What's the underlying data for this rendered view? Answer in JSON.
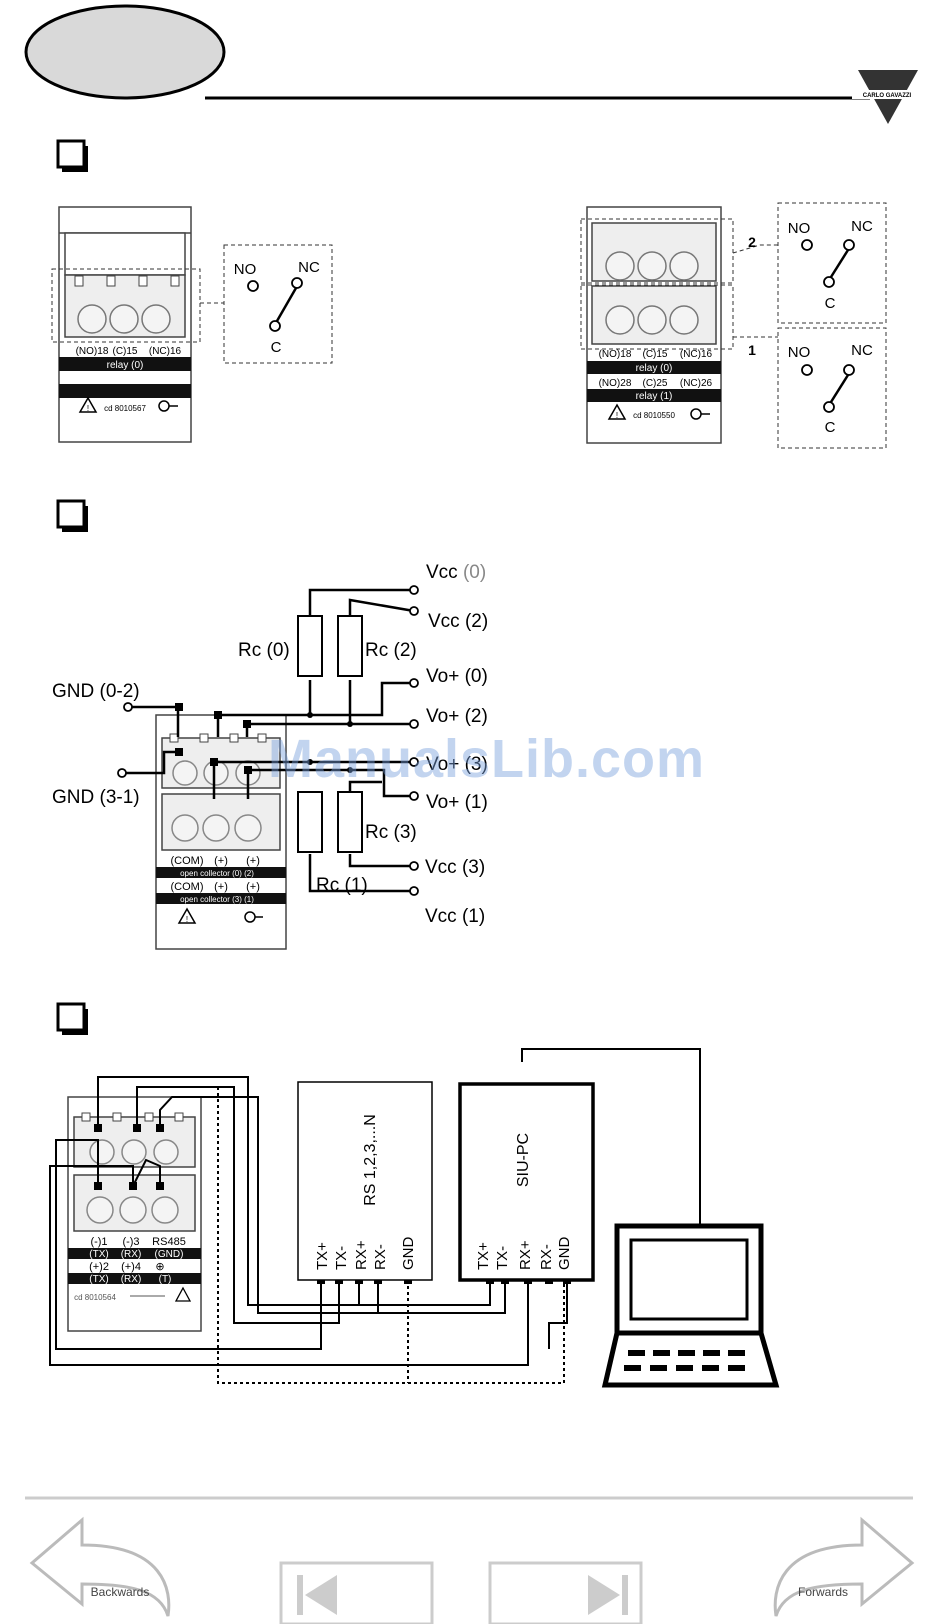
{
  "header": {
    "brand_text": "CARLO GAVAZZI",
    "checkbox_symbol": "❑"
  },
  "relay_section": {
    "single": {
      "terminal_labels": [
        "(NO)18",
        "(C)15",
        "(NC)16"
      ],
      "bar_label": "relay (0)",
      "footer_code": "cd 8010567",
      "switch": {
        "no": "NO",
        "nc": "NC",
        "c": "C"
      }
    },
    "double": {
      "top_labels": [
        "(NO)18",
        "(C)15",
        "(NC)16"
      ],
      "bar1_label": "relay (0)",
      "bottom_labels": [
        "(NO)28",
        "(C)25",
        "(NC)26"
      ],
      "bar2_label": "relay (1)",
      "footer_code": "cd 8010550",
      "marker_top": "2",
      "marker_bottom": "1",
      "switch": {
        "no": "NO",
        "nc": "NC",
        "c": "C"
      }
    }
  },
  "oc_section": {
    "vcc0": "Vcc",
    "vcc0_idx": "(0)",
    "vcc2": "Vcc (2)",
    "rc0": "Rc (0)",
    "rc2": "Rc (2)",
    "vo0": "Vo+ (0)",
    "vo2": "Vo+ (2)",
    "vo3": "Vo+ (3)",
    "vo1": "Vo+ (1)",
    "gnd02": "GND (0-2)",
    "gnd31": "GND (3-1)",
    "rc3": "Rc (3)",
    "rc1": "Rc (1)",
    "vcc3": "Vcc (3)",
    "vcc1": "Vcc (1)",
    "module": {
      "row1": [
        "(COM)",
        "(+)",
        "(+)"
      ],
      "bar1": "open collector (0) (2)",
      "row2": [
        "(COM)",
        "(+)",
        "(+)"
      ],
      "bar2": "open collector (3) (1)"
    }
  },
  "rs485_section": {
    "module": {
      "row1": [
        "(-)1",
        "(-)3",
        "RS485"
      ],
      "row1b": [
        "(TX)",
        "(RX)",
        "(GND)"
      ],
      "row2": [
        "(+)2",
        "(+)4",
        "⊕"
      ],
      "row2b": [
        "(TX)",
        "(RX)",
        "(T)"
      ],
      "code": "cd 8010564"
    },
    "rs_box": {
      "title": "RS 1,2,3,...N",
      "pins": [
        "TX+",
        "TX-",
        "RX+",
        "RX-",
        "GND"
      ]
    },
    "siu_box": {
      "title": "SIU-PC",
      "pins": [
        "TX+",
        "TX-",
        "RX+",
        "RX-",
        "GND"
      ]
    }
  },
  "watermark": "ManualsLib.com",
  "nav": {
    "backwards": "Backwards",
    "forwards": "Forwards"
  }
}
